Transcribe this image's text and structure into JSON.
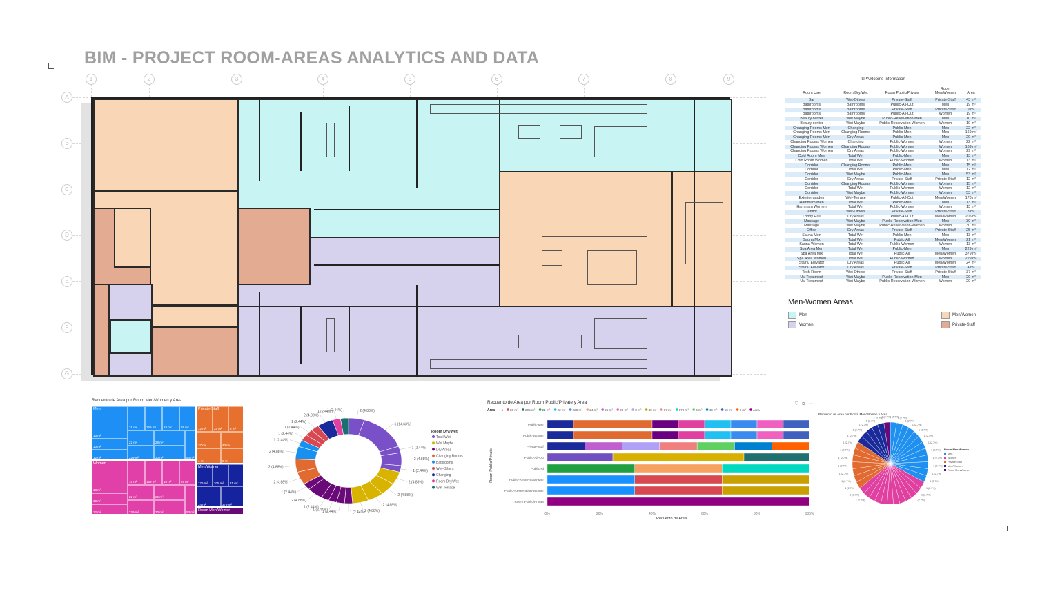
{
  "title": "BIM - PROJECT ROOM-AREAS ANALYTICS AND DATA",
  "plan": {
    "columns": [
      "1",
      "2",
      "3",
      "4",
      "5",
      "6",
      "7",
      "8",
      "9"
    ],
    "rows": [
      "A",
      "B",
      "C",
      "D",
      "E",
      "F",
      "G"
    ]
  },
  "table": {
    "title": "SPA Rooms Information",
    "headers": [
      "Room Use",
      "Room Dry/Wet",
      "Room Public/Private",
      "Room Men/Women",
      "Area"
    ],
    "rows": [
      [
        "Bar",
        "Wet-Others",
        "Private-Staff",
        "Private-Staff",
        "43 m²"
      ],
      [
        "Bathrooms",
        "Bathrooms",
        "Public-All-Out",
        "Men",
        "19 m²"
      ],
      [
        "Bathrooms",
        "Bathrooms",
        "Private-Staff",
        "Private-Staff",
        "9 m²"
      ],
      [
        "Bathrooms",
        "Bathrooms",
        "Public-All-Out",
        "Women",
        "19 m²"
      ],
      [
        "Beauty center",
        "Wet Maybe",
        "Public-Reservation-Men",
        "Men",
        "10 m²"
      ],
      [
        "Beauty center",
        "Wet Maybe",
        "Public-Reservation-Women",
        "Women",
        "10 m²"
      ],
      [
        "Changing Rooms Men",
        "Changing",
        "Public-Men",
        "Men",
        "22 m²"
      ],
      [
        "Changing Rooms Men",
        "Changing Rooms",
        "Public-Men",
        "Men",
        "169 m²"
      ],
      [
        "Changing Rooms Men",
        "Dry Areas",
        "Public-Men",
        "Men",
        "29 m²"
      ],
      [
        "Changing Rooms Women",
        "Changing",
        "Public-Women",
        "Women",
        "22 m²"
      ],
      [
        "Changing Rooms Women",
        "Changing Rooms",
        "Public-Women",
        "Women",
        "169 m²"
      ],
      [
        "Changing Rooms Women",
        "Dry Areas",
        "Public-Women",
        "Women",
        "29 m²"
      ],
      [
        "Cold Room Men",
        "Total Wet",
        "Public-Men",
        "Men",
        "13 m²"
      ],
      [
        "Cold Room Women",
        "Total Wet",
        "Public-Women",
        "Women",
        "13 m²"
      ],
      [
        "Corridor",
        "Changing Rooms",
        "Public-Men",
        "Men",
        "15 m²"
      ],
      [
        "Corridor",
        "Total Wet",
        "Public-Men",
        "Men",
        "12 m²"
      ],
      [
        "Corridor",
        "Wet Maybe",
        "Public-Men",
        "Men",
        "53 m²"
      ],
      [
        "Corridor",
        "Dry Areas",
        "Private-Staff",
        "Private-Staff",
        "12 m²"
      ],
      [
        "Corridor",
        "Changing Rooms",
        "Public-Women",
        "Women",
        "15 m²"
      ],
      [
        "Corridor",
        "Total Wet",
        "Public-Women",
        "Women",
        "12 m²"
      ],
      [
        "Corridor",
        "Wet Maybe",
        "Public-Women",
        "Women",
        "53 m²"
      ],
      [
        "Exterior garden",
        "Wet-Terrace",
        "Public-All-Out",
        "Men/Women",
        "176 m²"
      ],
      [
        "Hammam Men",
        "Total Wet",
        "Public-Men",
        "Men",
        "13 m²"
      ],
      [
        "Hammam Women",
        "Total Wet",
        "Public-Women",
        "Women",
        "13 m²"
      ],
      [
        "Janitor",
        "Wet-Others",
        "Private-Staff",
        "Private-Staff",
        "3 m²"
      ],
      [
        "Lobby Hall",
        "Dry Areas",
        "Public-All-Out",
        "Men/Women",
        "205 m²"
      ],
      [
        "Massage",
        "Wet Maybe",
        "Public-Reservation-Men",
        "Men",
        "30 m²"
      ],
      [
        "Massage",
        "Wet Maybe",
        "Public-Reservation-Women",
        "Women",
        "30 m²"
      ],
      [
        "Office",
        "Dry Areas",
        "Private-Staff",
        "Private-Staff",
        "25 m²"
      ],
      [
        "Sauna Men",
        "Total Wet",
        "Public-Men",
        "Men",
        "13 m²"
      ],
      [
        "Sauna Mix",
        "Total Wet",
        "Public-All",
        "Men/Women",
        "21 m²"
      ],
      [
        "Sauna Women",
        "Total Wet",
        "Public-Women",
        "Women",
        "13 m²"
      ],
      [
        "Spa Area Men",
        "Total Wet",
        "Public-Men",
        "Men",
        "229 m²"
      ],
      [
        "Spa Area Mix",
        "Total Wet",
        "Public-All",
        "Men/Women",
        "379 m²"
      ],
      [
        "Spa Area Women",
        "Total Wet",
        "Public-Women",
        "Women",
        "229 m²"
      ],
      [
        "Stairs/ Elevator",
        "Dry Areas",
        "Public-All",
        "Men/Women",
        "24 m²"
      ],
      [
        "Stairs/ Elevator",
        "Dry Areas",
        "Private-Staff",
        "Private-Staff",
        "4 m²"
      ],
      [
        "Tech Room",
        "Wet-Others",
        "Private-Staff",
        "Private-Staff",
        "37 m²"
      ],
      [
        "UV Treatment",
        "Wet Maybe",
        "Public-Reservation-Men",
        "Men",
        "20 m²"
      ],
      [
        "UV Treatment",
        "Wet Maybe",
        "Public-Reservation-Women",
        "Women",
        "20 m²"
      ]
    ]
  },
  "legend": {
    "title": "Men-Women Areas",
    "items": [
      {
        "label": "Men",
        "color": "#c8f4f4"
      },
      {
        "label": "Women",
        "color": "#d6d2ee"
      },
      {
        "label": "Men/Women",
        "color": "#f8d6b6"
      },
      {
        "label": "Private-Staff",
        "color": "#e2ab92"
      }
    ]
  },
  "chart_data": [
    {
      "type": "treemap",
      "title": "Recuento de Area por Room Men/Women y Area",
      "groups": [
        {
          "name": "Men",
          "color": "#1e90f5",
          "cells": [
            "15 m²",
            "169 m²",
            "19 m²",
            "29 m²",
            "13 m²",
            "10 m²",
            "12 m²",
            "22 m²",
            "29 m²",
            "53 m²",
            "229 m²",
            "30 m²"
          ]
        },
        {
          "name": "Women",
          "color": "#e040a8",
          "cells": [
            "15 m²",
            "169 m²",
            "19 m²",
            "29 m²",
            "13 m²",
            "10 m²",
            "12 m²",
            "22 m²",
            "29 m²",
            "53 m²",
            "229 m²",
            "30 m²"
          ]
        },
        {
          "name": "Private-Staff",
          "color": "#e8702f",
          "cells": [
            "12 m²",
            "25 m²",
            "3 m²",
            "37 m²",
            "43 m²",
            "4 m²",
            "9 m²"
          ]
        },
        {
          "name": "Men/Women",
          "color": "#16239e",
          "cells": [
            "176 m²",
            "205 m²",
            "21 m²",
            "24 m²",
            "379 m²"
          ]
        },
        {
          "name": "Room Men/Women",
          "color": "#6a0a78",
          "cells": []
        }
      ]
    },
    {
      "type": "donut",
      "legend_title": "Room Dry/Wet",
      "total": 41,
      "series": [
        {
          "name": "Total Wet",
          "color": "#7a50c8",
          "slices": [
            2,
            6,
            1,
            2,
            1
          ]
        },
        {
          "name": "Wet Maybe",
          "color": "#d8b400",
          "slices": [
            2,
            2,
            2,
            2
          ]
        },
        {
          "name": "Dry Areas",
          "color": "#6a0a78",
          "slices": [
            1,
            1,
            1,
            1,
            2,
            1
          ]
        },
        {
          "name": "Changing Rooms",
          "color": "#e06a30",
          "slices": [
            2,
            2
          ]
        },
        {
          "name": "Bathrooms",
          "color": "#1890ef",
          "slices": [
            2,
            1
          ]
        },
        {
          "name": "Wet-Others",
          "color": "#d84850",
          "slices": [
            1,
            1,
            1
          ]
        },
        {
          "name": "Changing",
          "color": "#1a2a9a",
          "slices": [
            2
          ]
        },
        {
          "name": "Room Dry/Wet",
          "color": "#e040a0",
          "slices": [
            1
          ]
        },
        {
          "name": "Wet-Terrace",
          "color": "#1a7070",
          "slices": [
            1
          ]
        }
      ]
    },
    {
      "type": "bar",
      "orientation": "horizontal-stacked-100",
      "title": "Recuento de Area por Room Public/Private y Area",
      "xlabel": "Recuento de Area",
      "ylabel": "Room Public/Private",
      "xticks": [
        "0%",
        "20%",
        "40%",
        "60%",
        "80%",
        "100%"
      ],
      "legend_title": "Area",
      "legend": [
        {
          "label": "20 m²",
          "color": "#d84850"
        },
        {
          "label": "205 m²",
          "color": "#207070"
        },
        {
          "label": "21 m²",
          "color": "#20a040"
        },
        {
          "label": "22 m²",
          "color": "#20c0f0"
        },
        {
          "label": "229 m²",
          "color": "#3a8af0"
        },
        {
          "label": "24 m²",
          "color": "#f8a060"
        },
        {
          "label": "25 m²",
          "color": "#c060d0"
        },
        {
          "label": "29 m²",
          "color": "#f060c0"
        },
        {
          "label": "3 m²",
          "color": "#b0a0f8"
        },
        {
          "label": "30 m²",
          "color": "#c8a000"
        },
        {
          "label": "37 m²",
          "color": "#f08080"
        },
        {
          "label": "379 m²",
          "color": "#00d8c0"
        },
        {
          "label": "4 m²",
          "color": "#60d060"
        },
        {
          "label": "43 m²",
          "color": "#0080d0"
        },
        {
          "label": "53 m²",
          "color": "#4060c0"
        },
        {
          "label": "9 m²",
          "color": "#ff6000"
        },
        {
          "label": "Area",
          "color": "#900080"
        }
      ],
      "categories": [
        "Public-Men",
        "Public-Women",
        "Private-Staff",
        "Public-All-Out",
        "Public-All",
        "Public-Reservation-Men",
        "Public-Reservation-Women",
        "Room Public/Private"
      ],
      "series": [
        [
          {
            "area": "12 m²",
            "count": 1,
            "color": "#1a2a9a"
          },
          {
            "area": "13 m²",
            "count": 3,
            "color": "#e06a30"
          },
          {
            "area": "15 m²",
            "count": 1,
            "color": "#6a0080"
          },
          {
            "area": "169 m²",
            "count": 1,
            "color": "#e040a0"
          },
          {
            "area": "22 m²",
            "count": 1,
            "color": "#20c0f0"
          },
          {
            "area": "229 m²",
            "count": 1,
            "color": "#3a8af0"
          },
          {
            "area": "29 m²",
            "count": 1,
            "color": "#f060c0"
          },
          {
            "area": "53 m²",
            "count": 1,
            "color": "#4060c0"
          }
        ],
        [
          {
            "area": "12 m²",
            "count": 1,
            "color": "#1a2a9a"
          },
          {
            "area": "13 m²",
            "count": 3,
            "color": "#e06a30"
          },
          {
            "area": "15 m²",
            "count": 1,
            "color": "#6a0080"
          },
          {
            "area": "169 m²",
            "count": 1,
            "color": "#e040a0"
          },
          {
            "area": "22 m²",
            "count": 1,
            "color": "#20c0f0"
          },
          {
            "area": "229 m²",
            "count": 1,
            "color": "#3a8af0"
          },
          {
            "area": "29 m²",
            "count": 1,
            "color": "#f060c0"
          },
          {
            "area": "53 m²",
            "count": 1,
            "color": "#4060c0"
          }
        ],
        [
          {
            "area": "12 m²",
            "count": 1,
            "color": "#1a2a9a"
          },
          {
            "area": "25 m²",
            "count": 1,
            "color": "#c060d0"
          },
          {
            "area": "3 m²",
            "count": 1,
            "color": "#b0a0f8"
          },
          {
            "area": "37 m²",
            "count": 1,
            "color": "#f08080"
          },
          {
            "area": "4 m²",
            "count": 1,
            "color": "#60d060"
          },
          {
            "area": "43 m²",
            "count": 1,
            "color": "#0080d0"
          },
          {
            "area": "9 m²",
            "count": 1,
            "color": "#ff6000"
          }
        ],
        [
          {
            "area": "176 m²",
            "count": 1,
            "color": "#7050c0"
          },
          {
            "area": "19 m²",
            "count": 2,
            "color": "#d8b000"
          },
          {
            "area": "205 m²",
            "count": 1,
            "color": "#207070"
          }
        ],
        [
          {
            "area": "21 m²",
            "count": 1,
            "color": "#20a040"
          },
          {
            "area": "24 m²",
            "count": 1,
            "color": "#f8a060"
          },
          {
            "area": "379 m²",
            "count": 1,
            "color": "#00d8c0"
          }
        ],
        [
          {
            "area": "10 m²",
            "count": 1,
            "color": "#1890ff"
          },
          {
            "area": "20 m²",
            "count": 1,
            "color": "#d84850"
          },
          {
            "area": "30 m²",
            "count": 1,
            "color": "#c8a000"
          }
        ],
        [
          {
            "area": "10 m²",
            "count": 1,
            "color": "#1890ff"
          },
          {
            "area": "20 m²",
            "count": 1,
            "color": "#d84850"
          },
          {
            "area": "30 m²",
            "count": 1,
            "color": "#c8a000"
          }
        ],
        [
          {
            "area": "Area",
            "count": 1,
            "color": "#900080"
          }
        ]
      ]
    },
    {
      "type": "pie",
      "title": "Recuento de Area por Room Men/Women y Area",
      "legend_title": "Room Men/Women",
      "slice_label": "1 (2.7%)",
      "series": [
        {
          "name": "Men",
          "color": "#2090f0",
          "count": 12
        },
        {
          "name": "Women",
          "color": "#e040a0",
          "count": 12
        },
        {
          "name": "Private-Staff",
          "color": "#e06a30",
          "count": 7
        },
        {
          "name": "Men/Women",
          "color": "#1a2a9a",
          "count": 5
        },
        {
          "name": "Room Men/Women",
          "color": "#6a0a78",
          "count": 1
        }
      ]
    }
  ]
}
